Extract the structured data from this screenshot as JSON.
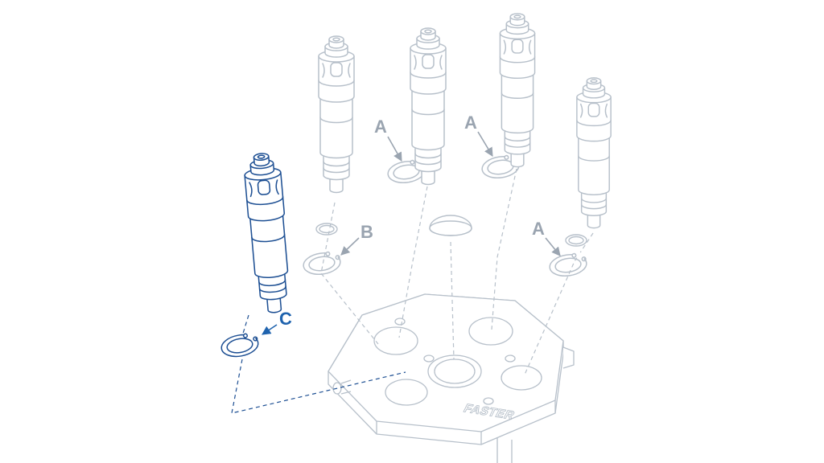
{
  "diagram": {
    "labels": {
      "a1": "A",
      "a2": "A",
      "b": "B",
      "a3": "A",
      "c": "C"
    },
    "brand": "FASTER",
    "colors": {
      "background": "#ffffff",
      "outline": "#b7c0ca",
      "highlight": "#1d4f93",
      "label_gray": "#9aa4b0",
      "label_blue": "#1f63ae"
    }
  }
}
